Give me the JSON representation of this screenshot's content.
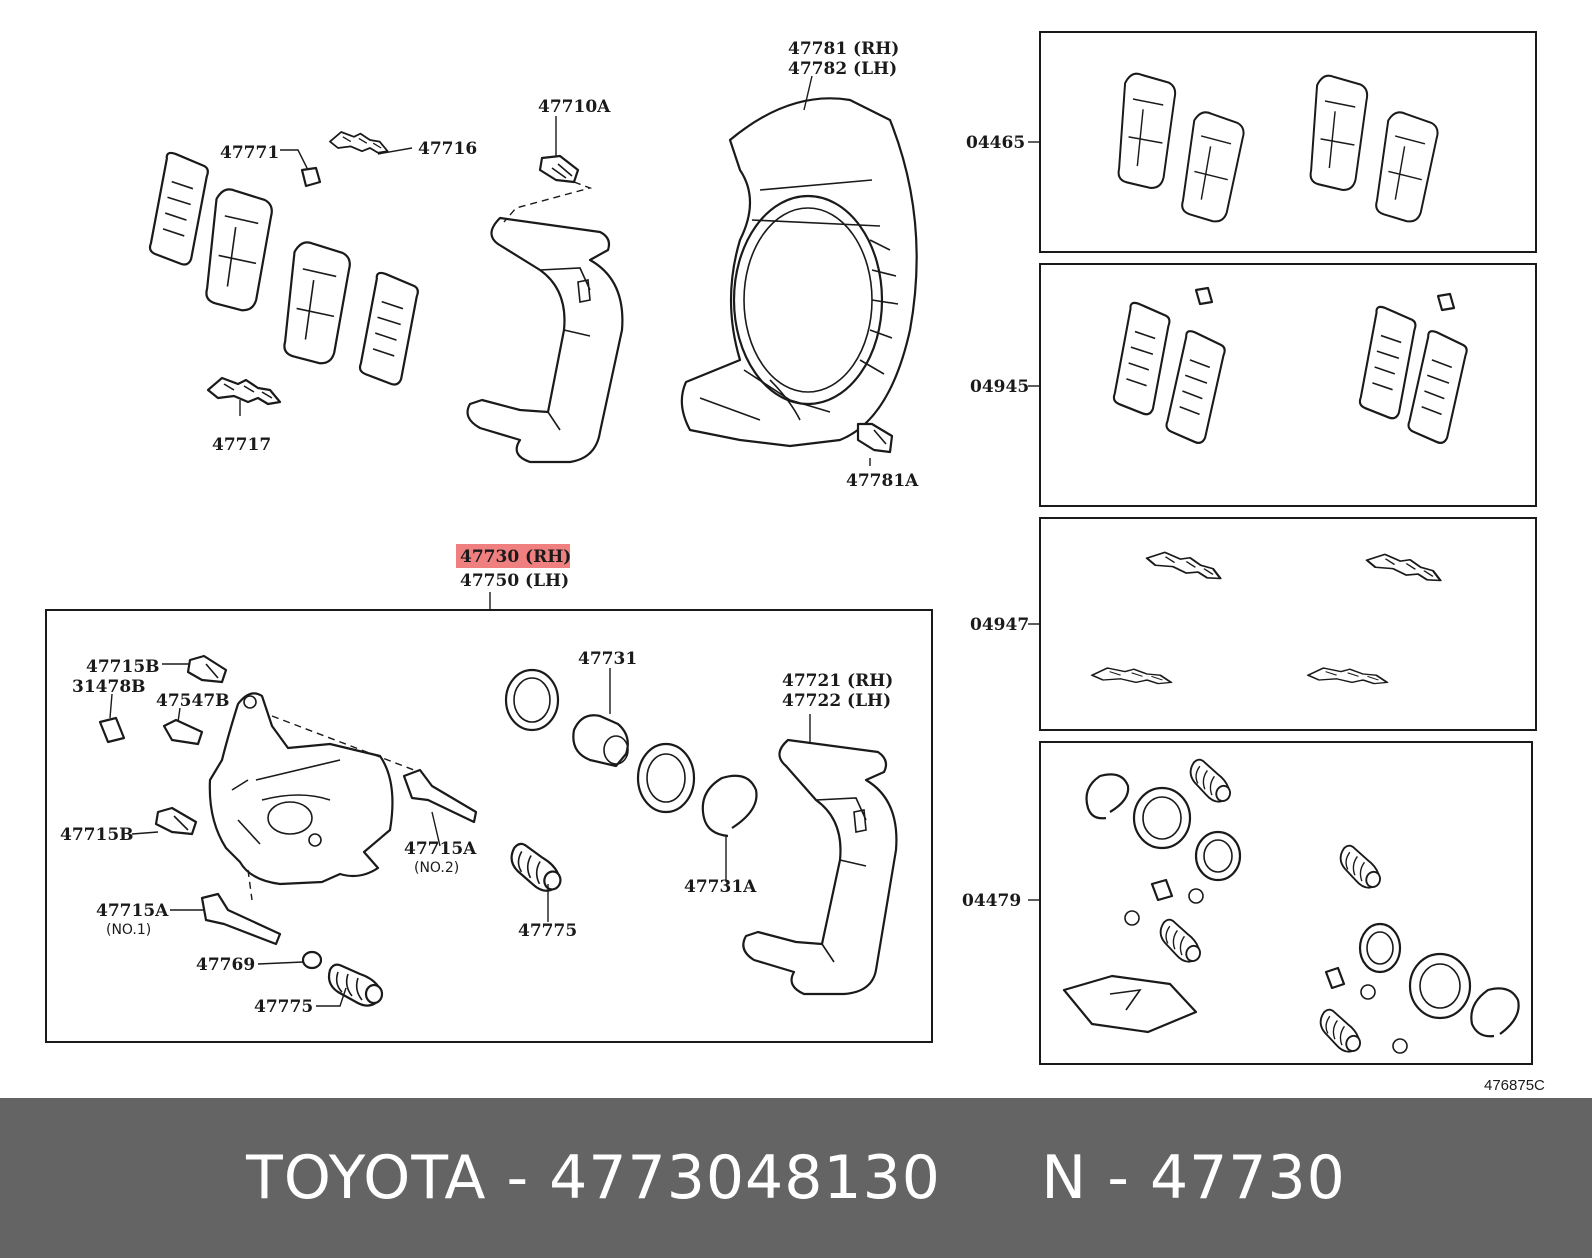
{
  "labels": {
    "p47781": "47781 (RH)",
    "p47782": "47782 (LH)",
    "p47710A": "47710A",
    "p47771": "47771",
    "p47716": "47716",
    "p47717": "47717",
    "p47781A": "47781A",
    "p47730": "47730 (RH)",
    "p47750": "47750 (LH)",
    "p47715B_top": "47715B",
    "p31478B": "31478B",
    "p47547B": "47547B",
    "p47715B_mid": "47715B",
    "p47715A_no2": "47715A",
    "no2": "(NO.2)",
    "p47715A_no1": "47715A",
    "no1": "(NO.1)",
    "p47769": "47769",
    "p47775_a": "47775",
    "p47775_b": "47775",
    "p47731": "47731",
    "p47731A": "47731A",
    "p47721": "47721 (RH)",
    "p47722": "47722 (LH)",
    "k04465": "04465",
    "k04945": "04945",
    "k04947": "04947",
    "k04479": "04479",
    "code": "476875C"
  },
  "highlight_color": "#f08080",
  "footer": {
    "text": "TOYOTA - 4773048130     N - 47730"
  }
}
